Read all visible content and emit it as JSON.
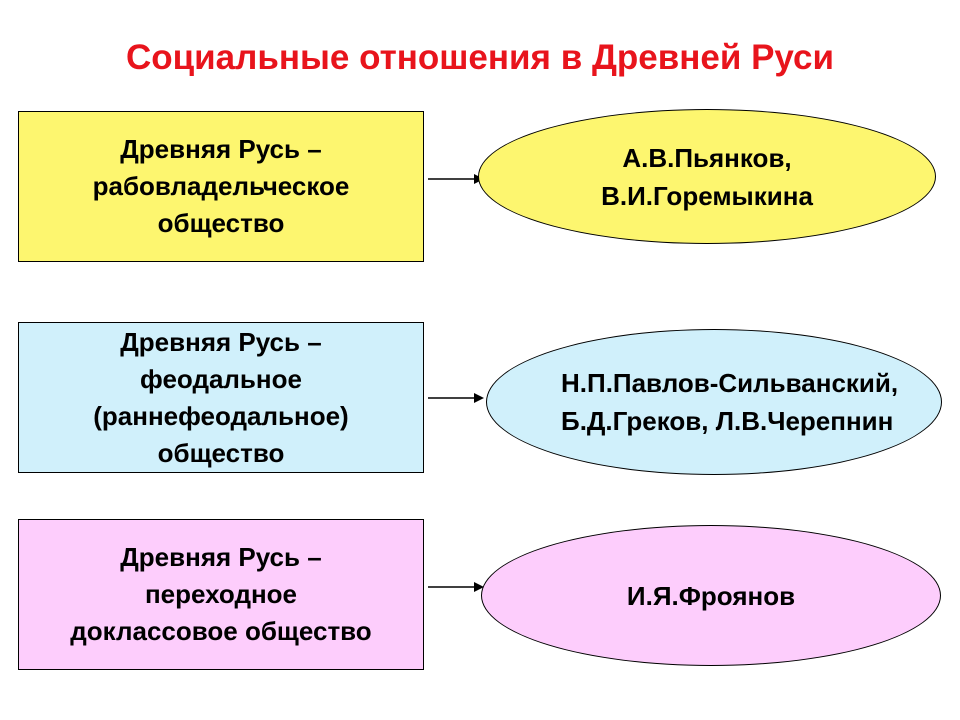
{
  "title": "Социальные отношения в Древней Руси",
  "rows": [
    {
      "box_lines": [
        "Древняя Русь –",
        "рабовладельческое",
        "общество"
      ],
      "ellipse_lines": [
        "А.В.Пьянков,",
        "В.И.Горемыкина"
      ],
      "box_color": "#fdf66f",
      "ellipse_color": "#fdf66f"
    },
    {
      "box_lines": [
        "Древняя Русь –",
        "феодальное",
        "(раннефеодальное)",
        "общество"
      ],
      "ellipse_lines": [
        "Н.П.Павлов-Сильванский,",
        "Б.Д.Греков, Л.В.Черепнин"
      ],
      "box_color": "#d0f0fb",
      "ellipse_color": "#d0f0fb"
    },
    {
      "box_lines": [
        "Древняя Русь –",
        "переходное",
        "доклассовое общество"
      ],
      "ellipse_lines": [
        "И.Я.Фроянов"
      ],
      "box_color": "#fdcdfc",
      "ellipse_color": "#fdcdfc"
    }
  ]
}
